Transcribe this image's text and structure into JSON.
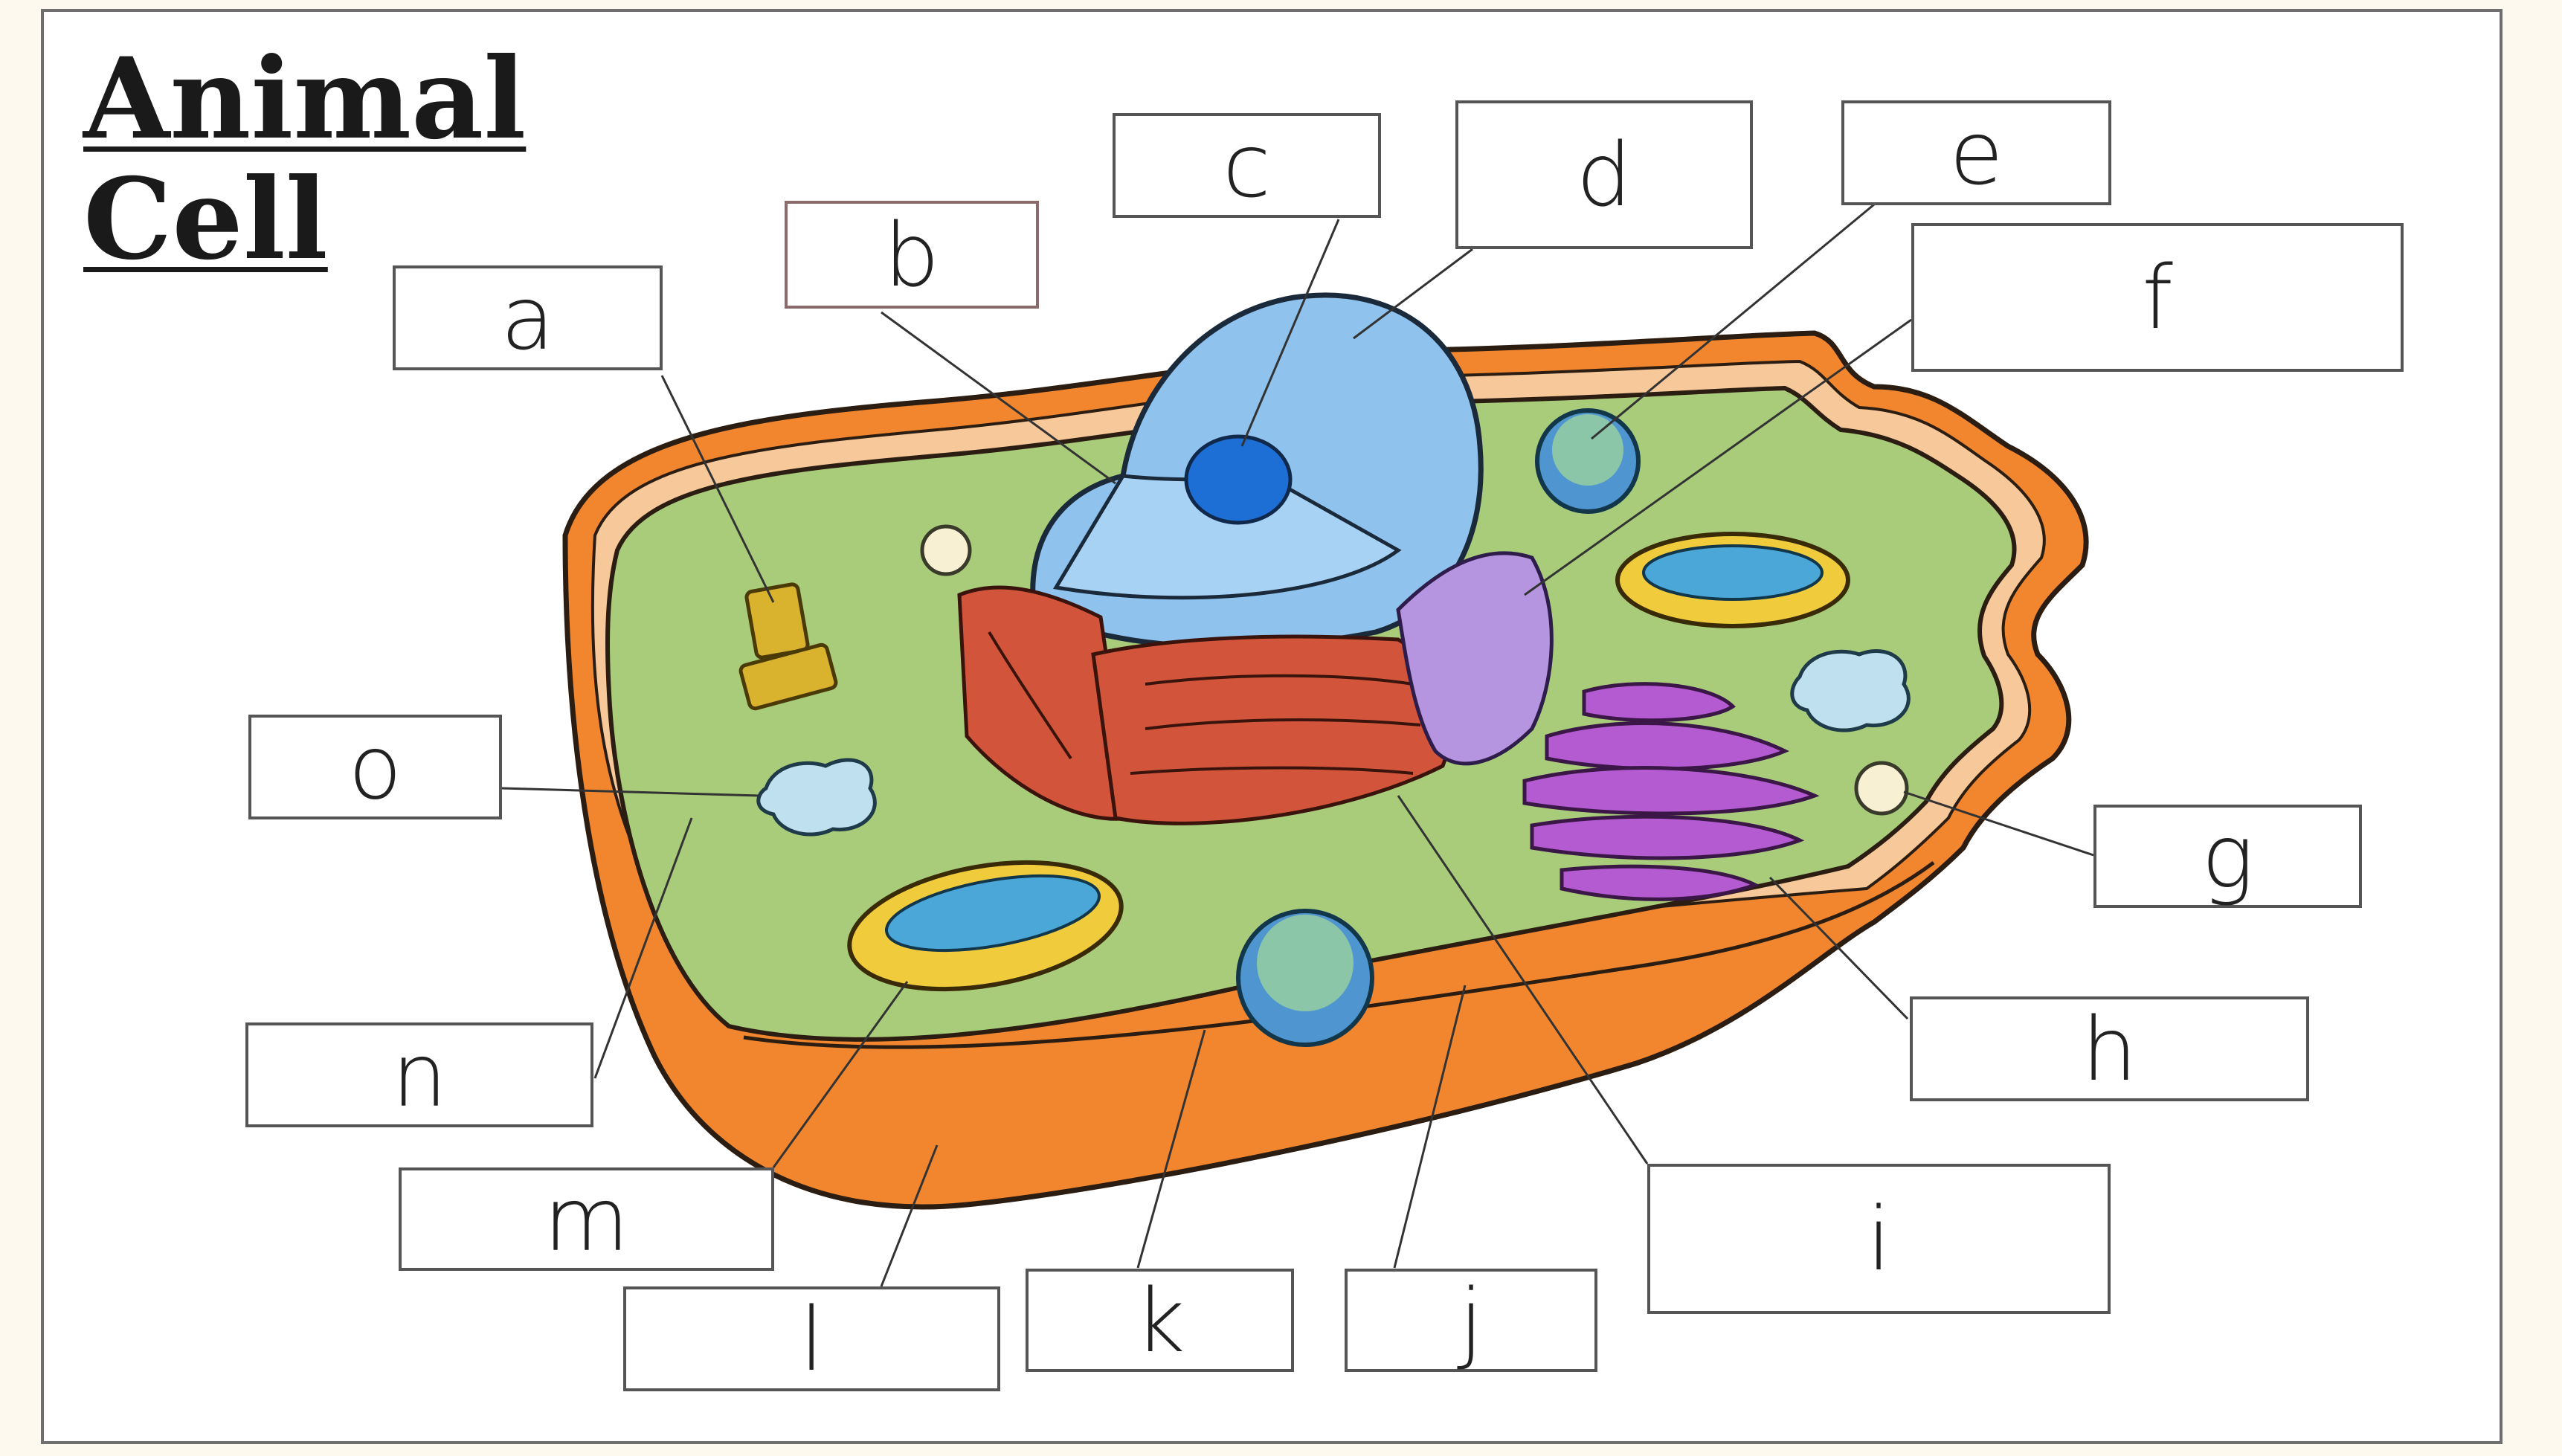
{
  "title": {
    "line1": "Animal",
    "line2": "Cell"
  },
  "labels": {
    "a": "a",
    "b": "b",
    "c": "c",
    "d": "d",
    "e": "e",
    "f": "f",
    "g": "g",
    "h": "h",
    "i": "i",
    "j": "j",
    "k": "k",
    "l": "l",
    "m": "m",
    "n": "n",
    "o": "o"
  },
  "colors": {
    "membrane_outer": "#f2862e",
    "membrane_inner": "#f7c89a",
    "cytoplasm": "#a9cc7b",
    "nucleus": "#8fc3ee",
    "nucleolus": "#1d6fd6",
    "rough_er": "#d2553b",
    "golgi": "#b45bd2",
    "mitochondria_outer": "#f0cc3c",
    "mitochondria_inner": "#4aa7d8",
    "vacuole": "#bfe0ef",
    "centrioles": "#d9b22e",
    "lysosome": "#f7f0d2",
    "label_border": "#555555"
  }
}
